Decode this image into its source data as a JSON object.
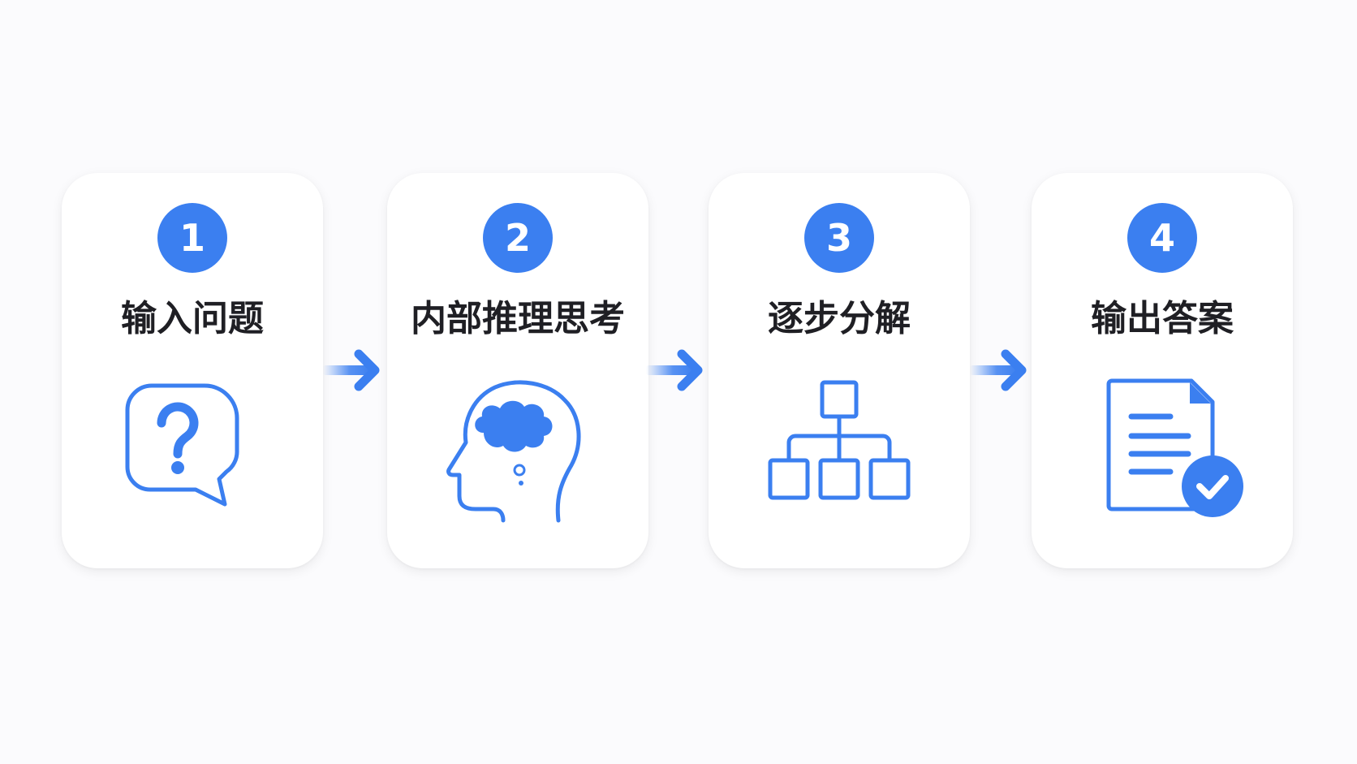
{
  "steps": [
    {
      "number": "1",
      "label": "输入问题",
      "icon": "question-speech-bubble-icon"
    },
    {
      "number": "2",
      "label": "内部推理思考",
      "icon": "thinking-head-brain-icon"
    },
    {
      "number": "3",
      "label": "逐步分解",
      "icon": "hierarchy-tree-icon"
    },
    {
      "number": "4",
      "label": "输出答案",
      "icon": "document-checkmark-icon"
    }
  ],
  "colors": {
    "accent": "#3b7ff0",
    "text": "#1f1f24",
    "card": "#ffffff",
    "background": "#fbfbfd"
  }
}
